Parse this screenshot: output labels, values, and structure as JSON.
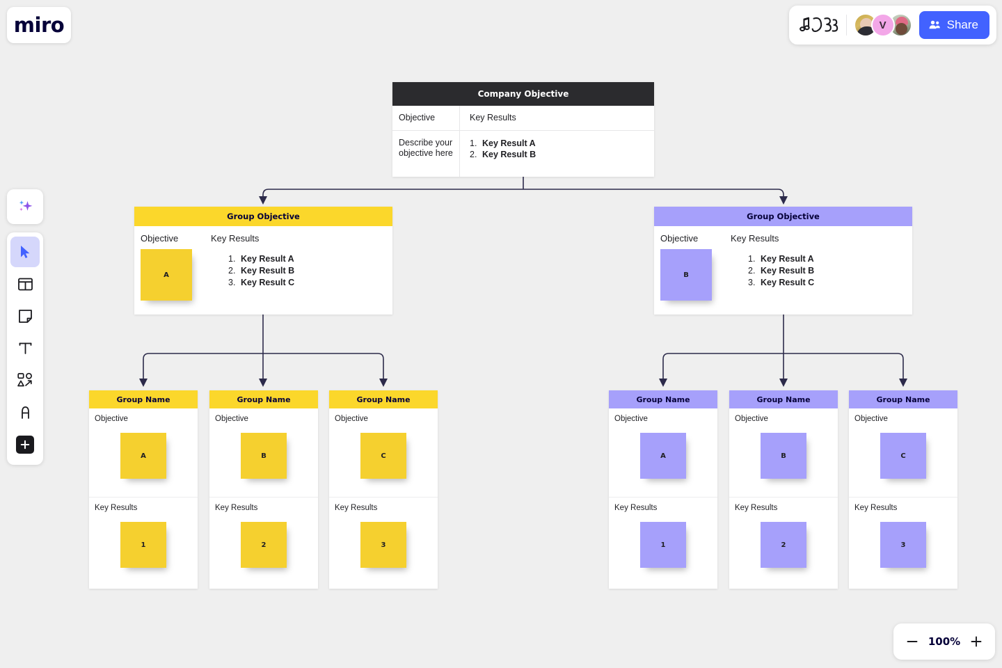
{
  "app": {
    "name": "miro",
    "logo_text": "miro",
    "canvas_bg": "#efefef"
  },
  "header": {
    "doodle_icon": "music-doodle-icon",
    "avatars": [
      {
        "name": "collaborator-avatar-1",
        "initial": ""
      },
      {
        "name": "collaborator-avatar-2",
        "initial": "V",
        "color": "#f3a7e8"
      },
      {
        "name": "collaborator-avatar-3",
        "initial": ""
      }
    ],
    "share_label": "Share",
    "share_color": "#4262ff"
  },
  "toolbar": {
    "ai_tool": "ai-sparkle-icon",
    "items": [
      {
        "name": "select-tool",
        "icon": "cursor-icon",
        "active": true
      },
      {
        "name": "template-tool",
        "icon": "frame-layout-icon",
        "active": false
      },
      {
        "name": "sticky-note-tool",
        "icon": "sticky-note-icon",
        "active": false
      },
      {
        "name": "text-tool",
        "icon": "text-T-icon",
        "active": false
      },
      {
        "name": "shapes-tool",
        "icon": "shapes-connector-icon",
        "active": false
      },
      {
        "name": "pen-tool",
        "icon": "pen-draw-icon",
        "active": false
      },
      {
        "name": "more-apps-tool",
        "icon": "plus-icon",
        "active": false
      }
    ]
  },
  "zoom": {
    "level": "100%",
    "minus_label": "−",
    "plus_label": "+"
  },
  "board": {
    "company": {
      "title": "Company Objective",
      "col_objective": "Objective",
      "col_key_results": "Key Results",
      "objective_text": "Describe your objective here",
      "key_results": [
        {
          "num": "1.",
          "text": "Key Result A"
        },
        {
          "num": "2.",
          "text": "Key Result B"
        }
      ]
    },
    "group_objectives": [
      {
        "title": "Group Objective",
        "color": "#fbd72b",
        "label_objective": "Objective",
        "label_key_results": "Key Results",
        "sticky": "A",
        "key_results": [
          {
            "num": "1.",
            "text": "Key Result A"
          },
          {
            "num": "2.",
            "text": "Key Result B"
          },
          {
            "num": "3.",
            "text": "Key Result C"
          }
        ]
      },
      {
        "title": "Group Objective",
        "color": "#a6a0fb",
        "label_objective": "Objective",
        "label_key_results": "Key Results",
        "sticky": "B",
        "key_results": [
          {
            "num": "1.",
            "text": "Key Result A"
          },
          {
            "num": "2.",
            "text": "Key Result B"
          },
          {
            "num": "3.",
            "text": "Key Result C"
          }
        ]
      }
    ],
    "group_names": [
      {
        "title": "Group Name",
        "color": "#fbd72b",
        "label_objective": "Objective",
        "label_key_results": "Key Results",
        "objective_sticky": "A",
        "key_result_sticky": "1"
      },
      {
        "title": "Group Name",
        "color": "#fbd72b",
        "label_objective": "Objective",
        "label_key_results": "Key Results",
        "objective_sticky": "B",
        "key_result_sticky": "2"
      },
      {
        "title": "Group Name",
        "color": "#fbd72b",
        "label_objective": "Objective",
        "label_key_results": "Key Results",
        "objective_sticky": "C",
        "key_result_sticky": "3"
      },
      {
        "title": "Group Name",
        "color": "#a6a0fb",
        "label_objective": "Objective",
        "label_key_results": "Key Results",
        "objective_sticky": "A",
        "key_result_sticky": "1"
      },
      {
        "title": "Group Name",
        "color": "#a6a0fb",
        "label_objective": "Objective",
        "label_key_results": "Key Results",
        "objective_sticky": "B",
        "key_result_sticky": "2"
      },
      {
        "title": "Group Name",
        "color": "#a6a0fb",
        "label_objective": "Objective",
        "label_key_results": "Key Results",
        "objective_sticky": "C",
        "key_result_sticky": "3"
      }
    ],
    "connector_color": "#2c2a4a"
  }
}
